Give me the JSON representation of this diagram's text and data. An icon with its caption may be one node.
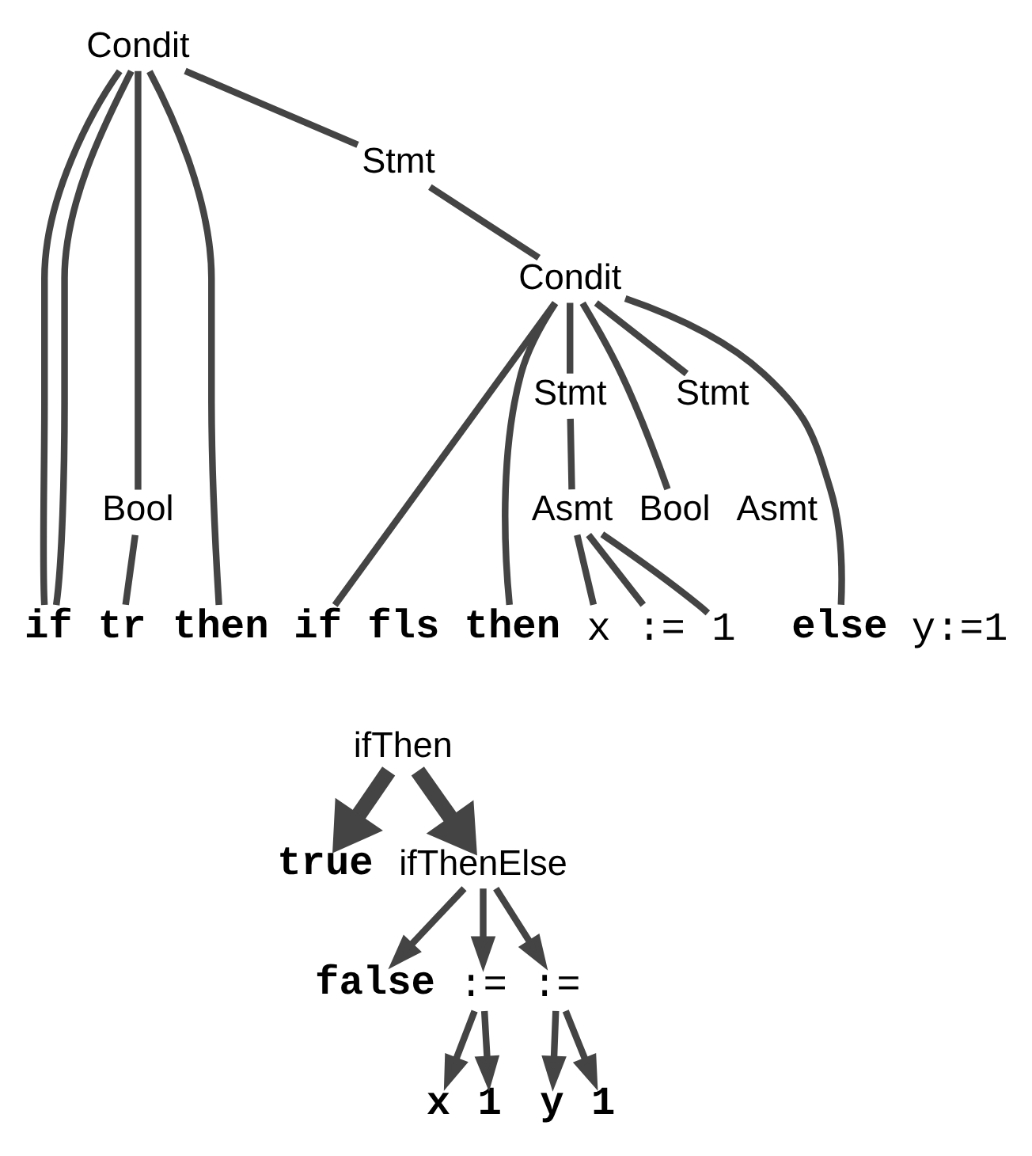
{
  "diagram": {
    "nodes": [
      {
        "text": [
          "Condit"
        ]
      },
      {
        "text": [
          "Stmt"
        ]
      },
      {
        "text": [
          "Condit"
        ]
      },
      {
        "text": [
          "Stmt"
        ]
      },
      {
        "text": [
          "Stmt"
        ]
      },
      {
        "text": [
          "Bool"
        ]
      },
      {
        "text": [
          "Bool"
        ]
      },
      {
        "text": [
          "Asmt"
        ]
      },
      {
        "text": [
          "if"
        ]
      },
      {
        "text": [
          "tr"
        ]
      },
      {
        "text": [
          "then"
        ]
      },
      {
        "text": [
          "if"
        ]
      },
      {
        "text": [
          "fls"
        ]
      },
      {
        "text": [
          "then"
        ]
      },
      {
        "text": [
          "x"
        ]
      },
      {
        "text": [
          ":="
        ]
      },
      {
        "text": [
          "1"
        ]
      },
      {
        "text": [
          "else"
        ]
      },
      {
        "text": [
          "ifThen"
        ]
      },
      {
        "text": [
          "ifThenElse"
        ]
      },
      {
        "text": [
          "true"
        ]
      },
      {
        "text": [
          "false"
        ]
      },
      {
        "text": [
          ":="
        ]
      },
      {
        "text": [
          ":="
        ]
      },
      {
        "text": [
          "x"
        ]
      },
      {
        "text": [
          "1"
        ]
      },
      {
        "text": [
          "y"
        ]
      },
      {
        "text": [
          "1"
        ]
      }
    ],
    "edges": [
      {
        "from": 0,
        "to": 8,
        "arrow": "none"
      },
      {
        "from": 0,
        "to": 8,
        "arrow": "none"
      },
      {
        "from": 0,
        "to": 5,
        "arrow": "none"
      },
      {
        "from": 0,
        "to": 10,
        "arrow": "none"
      },
      {
        "from": 0,
        "to": 1,
        "arrow": "none"
      },
      {
        "from": 5,
        "to": 9,
        "arrow": "none"
      },
      {
        "from": 1,
        "to": 2,
        "arrow": "none"
      },
      {
        "from": 2,
        "to": 11,
        "arrow": "none"
      },
      {
        "from": 2,
        "to": 6,
        "arrow": "none"
      },
      {
        "from": 2,
        "to": 13,
        "arrow": "none"
      },
      {
        "from": 2,
        "to": 3,
        "arrow": "none"
      },
      {
        "from": 2,
        "to": 17,
        "arrow": "none"
      },
      {
        "from": 2,
        "to": 4,
        "arrow": "none"
      },
      {
        "from": 3,
        "to": 7,
        "arrow": "none"
      },
      {
        "from": 7,
        "to": 14,
        "arrow": "none"
      },
      {
        "from": 7,
        "to": 15,
        "arrow": "none"
      },
      {
        "from": 7,
        "to": 16,
        "arrow": "none"
      },
      {
        "from": 18,
        "to": 20,
        "arrow": "to",
        "style": "thick"
      },
      {
        "from": 18,
        "to": 19,
        "arrow": "to",
        "style": "thick"
      },
      {
        "from": 19,
        "to": 21,
        "arrow": "to"
      },
      {
        "from": 19,
        "to": 22,
        "arrow": "to"
      },
      {
        "from": 19,
        "to": 23,
        "arrow": "to"
      },
      {
        "from": 22,
        "to": 24,
        "arrow": "to"
      },
      {
        "from": 22,
        "to": 25,
        "arrow": "to"
      },
      {
        "from": 23,
        "to": 26,
        "arrow": "to"
      },
      {
        "from": 23,
        "to": 27,
        "arrow": "to"
      }
    ],
    "labels": [
      "Asmt",
      "y:=1"
    ]
  }
}
